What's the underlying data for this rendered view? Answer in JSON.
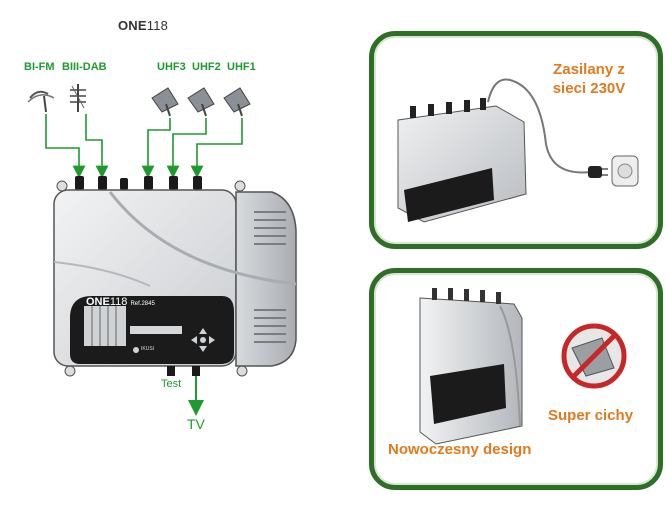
{
  "title": {
    "bold": "ONE",
    "rest": "118"
  },
  "inputs": {
    "bi_fm": "BI-FM",
    "biii_dab": "BIII-DAB",
    "uhf3": "UHF3",
    "uhf2": "UHF2",
    "uhf1": "UHF1"
  },
  "device": {
    "logo_bold": "ONE",
    "logo_rest": "118",
    "ref": "Ref.2845",
    "brand": "IKUSI"
  },
  "outputs": {
    "test": "Test",
    "tv": "TV"
  },
  "features": {
    "power_line1": "Zasilany z",
    "power_line2": "sieci 230V",
    "silent": "Super cichy",
    "design": "Nowoczesny design"
  },
  "colors": {
    "green_signal": "#1e9a2e",
    "panel_border": "#2e6e26",
    "orange_text": "#e07a1f"
  }
}
